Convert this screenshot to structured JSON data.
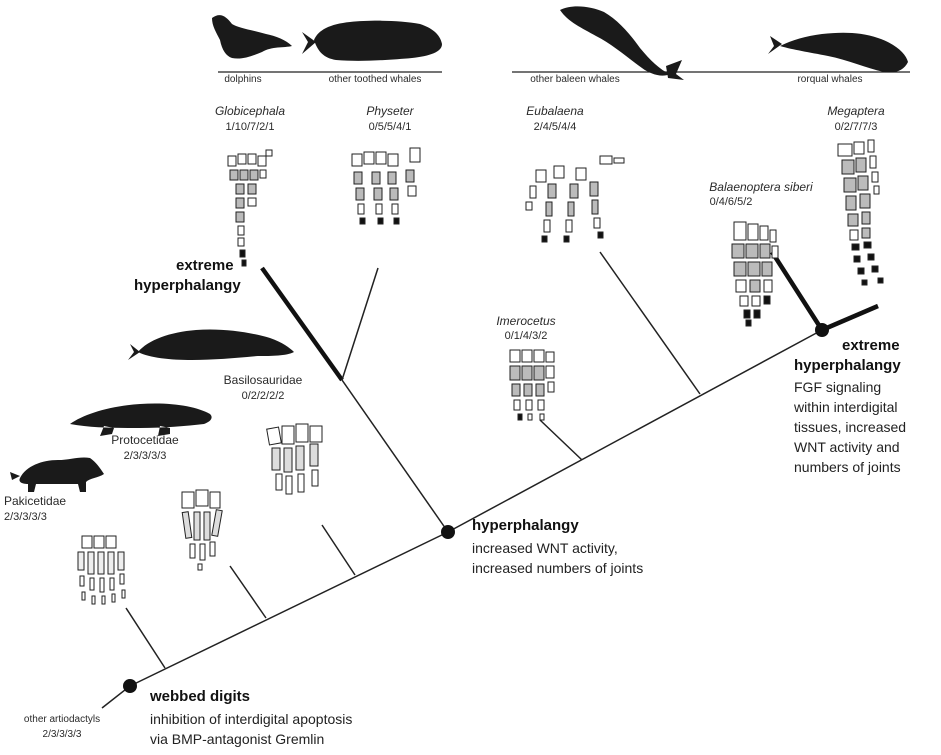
{
  "groups": {
    "dolphins": "dolphins",
    "toothed": "other toothed whales",
    "baleen": "other baleen whales",
    "rorqual": "rorqual whales"
  },
  "taxa": {
    "globicephala": {
      "name": "Globicephala",
      "formula": "1/10/7/2/1"
    },
    "physeter": {
      "name": "Physeter",
      "formula": "0/5/5/4/1"
    },
    "eubalaena": {
      "name": "Eubalaena",
      "formula": "2/4/5/4/4"
    },
    "megaptera": {
      "name": "Megaptera",
      "formula": "0/2/7/7/3"
    },
    "balaenoptera": {
      "name": "Balaenoptera siberi",
      "formula": "0/4/6/5/2"
    },
    "imerocetus": {
      "name": "Imerocetus",
      "formula": "0/1/4/3/2"
    },
    "basilosauridae": {
      "name": "Basilosauridae",
      "formula": "0/2/2/2/2"
    },
    "protocetidae": {
      "name": "Protocetidae",
      "formula": "2/3/3/3/3"
    },
    "pakicetidae": {
      "name": "Pakicetidae",
      "formula": "2/3/3/3/3"
    },
    "other_artiodactyls": {
      "name": "other artiodactyls",
      "formula": "2/3/3/3/3"
    }
  },
  "nodes": {
    "extreme_toothed": {
      "line1": "extreme",
      "line2": "hyperphalangy"
    },
    "extreme_rorqual": {
      "line1": "extreme",
      "line2": "hyperphalangy",
      "desc": [
        "FGF signaling",
        "within interdigital",
        "tissues, increased",
        "WNT activity and",
        "numbers of joints"
      ]
    },
    "hyperphalangy": {
      "title": "hyperphalangy",
      "desc": [
        "increased WNT activity,",
        "increased numbers of joints"
      ]
    },
    "webbed": {
      "title": "webbed digits",
      "desc": [
        "inhibition of interdigital apoptosis",
        "via BMP-antagonist Gremlin"
      ]
    }
  },
  "colors": {
    "silhouette": "#1a1a1a",
    "bone_fill_light": "#ffffff",
    "bone_fill_grey": "#b8b8b8",
    "line": "#222222"
  }
}
